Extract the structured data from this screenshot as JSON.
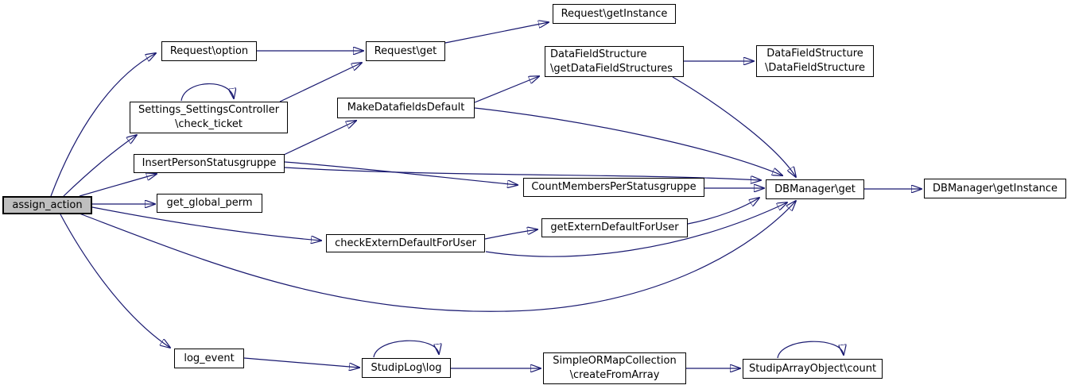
{
  "diagram": {
    "type": "call-graph",
    "tool_style": "doxygen",
    "background_color": "#ffffff",
    "edge_color": "#191970",
    "node_border_color": "#000000",
    "node_fill_color": "#ffffff",
    "highlighted_node_fill_color": "#bfbfbf",
    "root_node": "assign_action"
  },
  "nodes": {
    "assign_action": {
      "label": "assign_action",
      "highlighted": true
    },
    "request_option": {
      "label": "Request\\option"
    },
    "request_get": {
      "label": "Request\\get"
    },
    "request_getinstance": {
      "label": "Request\\getInstance"
    },
    "check_ticket": {
      "line1": "Settings_SettingsController",
      "line2": "\\check_ticket"
    },
    "make_datafields_default": {
      "label": "MakeDatafieldsDefault"
    },
    "get_datafield_structures": {
      "line1": "DataFieldStructure",
      "line2": "\\getDataFieldStructures"
    },
    "datafield_structure": {
      "line1": "DataFieldStructure",
      "line2": "\\DataFieldStructure"
    },
    "insert_person_statusgruppe": {
      "label": "InsertPersonStatusgruppe"
    },
    "get_global_perm": {
      "label": "get_global_perm"
    },
    "count_members_per_statusgruppe": {
      "label": "CountMembersPerStatusgruppe"
    },
    "dbmanager_get": {
      "label": "DBManager\\get"
    },
    "dbmanager_getinstance": {
      "label": "DBManager\\getInstance"
    },
    "get_extern_default_for_user": {
      "label": "getExternDefaultForUser"
    },
    "check_extern_default_for_user": {
      "label": "checkExternDefaultForUser"
    },
    "log_event": {
      "label": "log_event"
    },
    "studiplog_log": {
      "label": "StudipLog\\log"
    },
    "simpleormap_createfromarray": {
      "line1": "SimpleORMapCollection",
      "line2": "\\createFromArray"
    },
    "studiparrayobject_count": {
      "label": "StudipArrayObject\\count"
    }
  },
  "edges": [
    {
      "from": "assign_action",
      "to": "request_option"
    },
    {
      "from": "assign_action",
      "to": "check_ticket"
    },
    {
      "from": "assign_action",
      "to": "insert_person_statusgruppe"
    },
    {
      "from": "assign_action",
      "to": "get_global_perm"
    },
    {
      "from": "assign_action",
      "to": "check_extern_default_for_user"
    },
    {
      "from": "assign_action",
      "to": "dbmanager_get"
    },
    {
      "from": "assign_action",
      "to": "log_event"
    },
    {
      "from": "request_option",
      "to": "request_get"
    },
    {
      "from": "request_get",
      "to": "request_getinstance"
    },
    {
      "from": "check_ticket",
      "to": "check_ticket"
    },
    {
      "from": "check_ticket",
      "to": "request_get"
    },
    {
      "from": "insert_person_statusgruppe",
      "to": "make_datafields_default"
    },
    {
      "from": "insert_person_statusgruppe",
      "to": "count_members_per_statusgruppe"
    },
    {
      "from": "insert_person_statusgruppe",
      "to": "dbmanager_get"
    },
    {
      "from": "make_datafields_default",
      "to": "get_datafield_structures"
    },
    {
      "from": "make_datafields_default",
      "to": "dbmanager_get"
    },
    {
      "from": "get_datafield_structures",
      "to": "datafield_structure"
    },
    {
      "from": "get_datafield_structures",
      "to": "dbmanager_get"
    },
    {
      "from": "count_members_per_statusgruppe",
      "to": "dbmanager_get"
    },
    {
      "from": "get_extern_default_for_user",
      "to": "dbmanager_get"
    },
    {
      "from": "check_extern_default_for_user",
      "to": "get_extern_default_for_user"
    },
    {
      "from": "check_extern_default_for_user",
      "to": "dbmanager_get"
    },
    {
      "from": "dbmanager_get",
      "to": "dbmanager_getinstance"
    },
    {
      "from": "log_event",
      "to": "studiplog_log"
    },
    {
      "from": "studiplog_log",
      "to": "studiplog_log"
    },
    {
      "from": "studiplog_log",
      "to": "simpleormap_createfromarray"
    },
    {
      "from": "simpleormap_createfromarray",
      "to": "studiparrayobject_count"
    },
    {
      "from": "studiparrayobject_count",
      "to": "studiparrayobject_count"
    }
  ]
}
